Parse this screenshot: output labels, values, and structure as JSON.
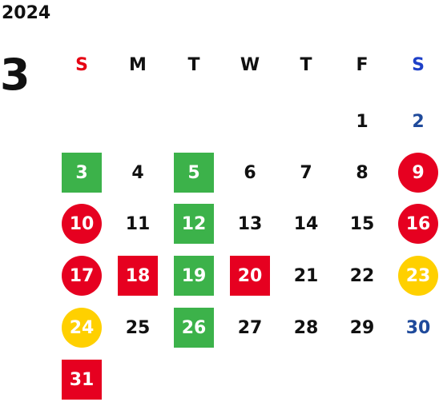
{
  "year": "2024",
  "month": "3",
  "colors": {
    "sunday_header": "#e60012",
    "saturday_header": "#1e40c8",
    "saturday_number": "#1f4a9b",
    "weekday": "#111111",
    "green": "#3cb24a",
    "red": "#e60020",
    "yellow": "#ffd000"
  },
  "weekdays": [
    "S",
    "M",
    "T",
    "W",
    "T",
    "F",
    "S"
  ],
  "weeks": [
    [
      {
        "day": ""
      },
      {
        "day": ""
      },
      {
        "day": ""
      },
      {
        "day": ""
      },
      {
        "day": ""
      },
      {
        "day": "1"
      },
      {
        "day": "2",
        "style": "sat"
      }
    ],
    [
      {
        "day": "3",
        "mark": "square",
        "fill": "green"
      },
      {
        "day": "4"
      },
      {
        "day": "5",
        "mark": "square",
        "fill": "green"
      },
      {
        "day": "6"
      },
      {
        "day": "7"
      },
      {
        "day": "8"
      },
      {
        "day": "9",
        "mark": "circle",
        "fill": "red"
      }
    ],
    [
      {
        "day": "10",
        "mark": "circle",
        "fill": "red"
      },
      {
        "day": "11"
      },
      {
        "day": "12",
        "mark": "square",
        "fill": "green"
      },
      {
        "day": "13"
      },
      {
        "day": "14"
      },
      {
        "day": "15"
      },
      {
        "day": "16",
        "mark": "circle",
        "fill": "red"
      }
    ],
    [
      {
        "day": "17",
        "mark": "circle",
        "fill": "red"
      },
      {
        "day": "18",
        "mark": "square",
        "fill": "red"
      },
      {
        "day": "19",
        "mark": "square",
        "fill": "green"
      },
      {
        "day": "20",
        "mark": "square",
        "fill": "red"
      },
      {
        "day": "21"
      },
      {
        "day": "22"
      },
      {
        "day": "23",
        "mark": "circle",
        "fill": "yellow"
      }
    ],
    [
      {
        "day": "24",
        "mark": "circle",
        "fill": "yellow"
      },
      {
        "day": "25"
      },
      {
        "day": "26",
        "mark": "square",
        "fill": "green"
      },
      {
        "day": "27"
      },
      {
        "day": "28"
      },
      {
        "day": "29"
      },
      {
        "day": "30",
        "style": "sat"
      }
    ],
    [
      {
        "day": "31",
        "mark": "square",
        "fill": "red"
      },
      {
        "day": ""
      },
      {
        "day": ""
      },
      {
        "day": ""
      },
      {
        "day": ""
      },
      {
        "day": ""
      },
      {
        "day": ""
      }
    ]
  ]
}
